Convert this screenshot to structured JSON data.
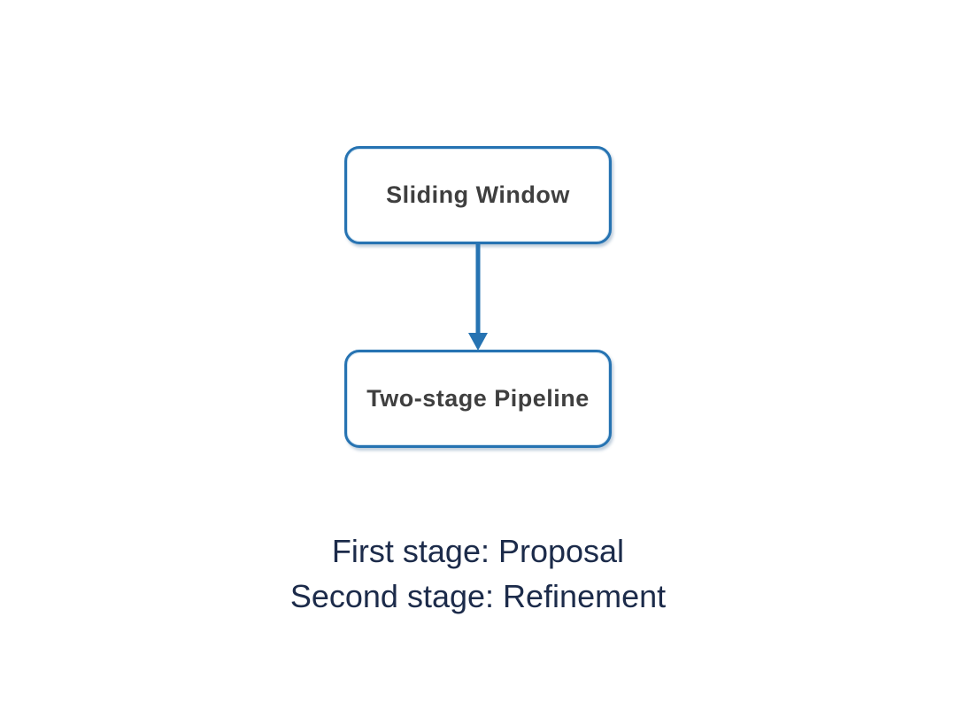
{
  "colors": {
    "background": "#ffffff",
    "box_border": "#2673b2",
    "box_text": "#3f3f3f",
    "arrow": "#2673b2",
    "caption_text": "#1c2b4a"
  },
  "diagram": {
    "type": "flowchart",
    "direction": "top-down",
    "nodes": [
      {
        "id": "sliding-window",
        "label": "Sliding Window"
      },
      {
        "id": "two-stage-pipeline",
        "label": "Two-stage Pipeline"
      }
    ],
    "edges": [
      {
        "from": "sliding-window",
        "to": "two-stage-pipeline",
        "style": "arrow-down"
      }
    ]
  },
  "caption": {
    "line1": "First stage: Proposal",
    "line2": "Second stage: Refinement"
  }
}
